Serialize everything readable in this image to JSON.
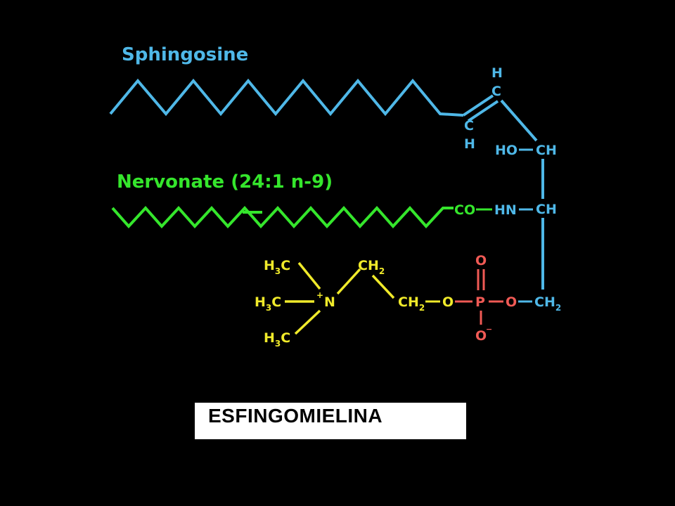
{
  "colors": {
    "background": "#000000",
    "sphingosine": "#4fb8e8",
    "nervonate": "#35e62c",
    "choline": "#f0ea2a",
    "phosphate": "#f05a55"
  },
  "labels": {
    "sphingosine": "Sphingosine",
    "nervonate": "Nervonate (24:1 n-9)",
    "caption": "ESFINGOMIELINA"
  },
  "atoms": {
    "h_top": "H",
    "c_top": "C",
    "c_bottom": "C",
    "h_bottom": "H",
    "ho": "HO",
    "ch_1": "CH",
    "ch_2": "CH",
    "co": "CO",
    "hn": "HN",
    "ch2_sph": "CH",
    "ch2_sph_sub": "2",
    "o_bridge_right": "O",
    "p": "P",
    "o_top": "O",
    "o_bottom": "O",
    "o_bottom_charge": "−",
    "o_bridge_left": "O",
    "ch2_a": "CH",
    "ch2_a_sub": "2",
    "ch2_b": "CH",
    "ch2_b_sub": "2",
    "n": "N",
    "n_charge": "+",
    "h3c_1": "H",
    "h3c_1_sub": "3",
    "h3c_1_c": "C",
    "h3c_2": "H",
    "h3c_2_sub": "3",
    "h3c_2_c": "C",
    "h3c_3": "H",
    "h3c_3_sub": "3",
    "h3c_3_c": "C"
  }
}
